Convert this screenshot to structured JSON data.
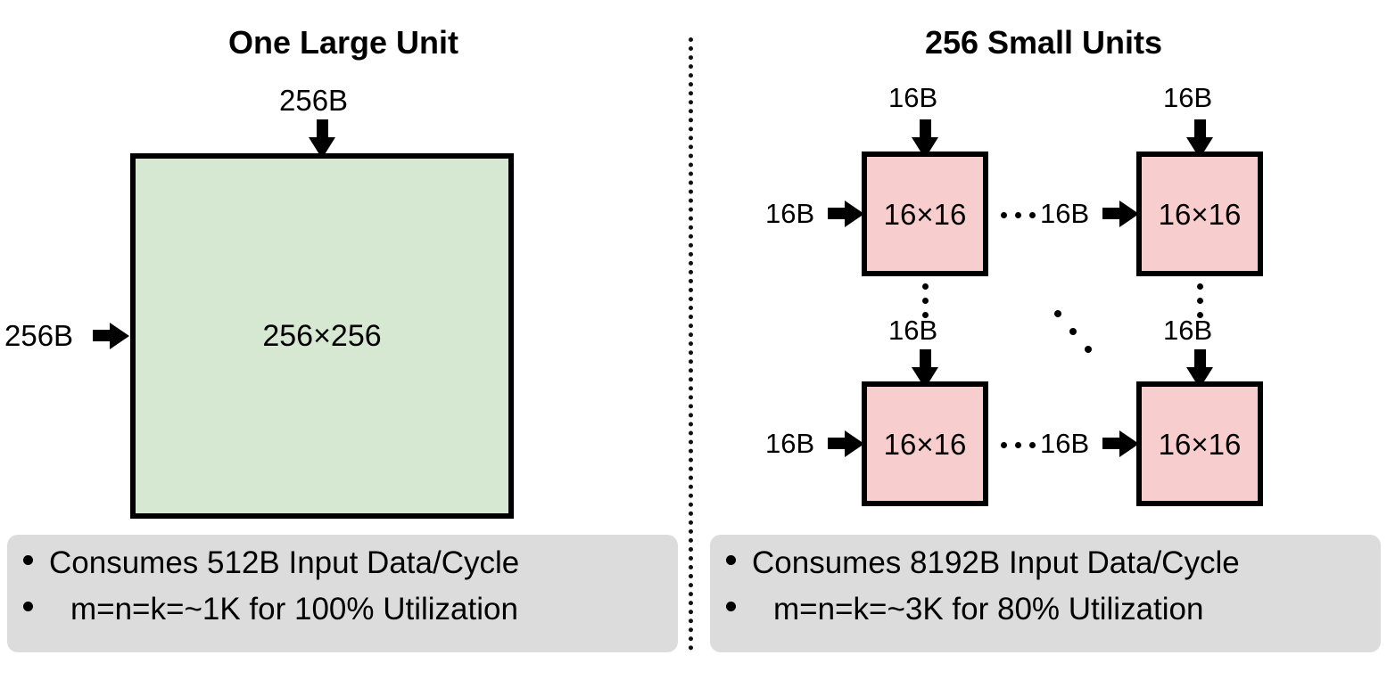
{
  "diagram": {
    "left_panel": {
      "title": "One Large Unit",
      "top_input_label": "256B",
      "left_input_label": "256B",
      "unit_label": "256×256",
      "unit_fill_color": "#d7e8d2",
      "notes": [
        "Consumes 512B Input Data/Cycle",
        "m=n=k=~1K for 100% Utilization"
      ]
    },
    "right_panel": {
      "title": "256 Small Units",
      "unit_fill_color": "#f8cdcd",
      "units": [
        {
          "id": "top-left",
          "label": "16×16",
          "top_input_label": "16B",
          "left_input_label": "16B",
          "left_prefix_ellipsis": false
        },
        {
          "id": "top-right",
          "label": "16×16",
          "top_input_label": "16B",
          "left_input_label": "16B",
          "left_prefix_ellipsis": true
        },
        {
          "id": "bottom-left",
          "label": "16×16",
          "top_input_label": "16B",
          "left_input_label": "16B",
          "left_prefix_ellipsis": false
        },
        {
          "id": "bottom-right",
          "label": "16×16",
          "top_input_label": "16B",
          "left_input_label": "16B",
          "left_prefix_ellipsis": true
        }
      ],
      "notes": [
        "Consumes 8192B Input Data/Cycle",
        "m=n=k=~3K for 80% Utilization"
      ]
    },
    "divider": {
      "style": "dotted-vertical",
      "color": "#111111"
    },
    "note_panel_color": "#dcdcdc"
  }
}
